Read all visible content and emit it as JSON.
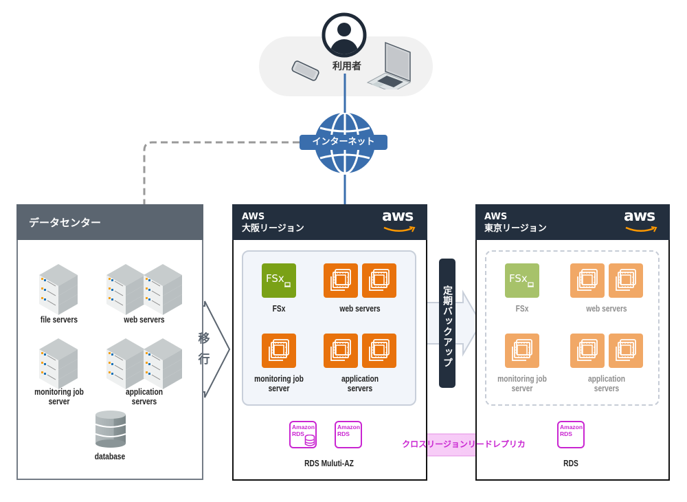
{
  "user": {
    "label": "利用者",
    "devices": [
      "smartphone",
      "laptop"
    ]
  },
  "internet": {
    "label": "インターネット"
  },
  "datacenter": {
    "title": "データセンター",
    "items": [
      {
        "label": "file servers",
        "icon": "server-stack-icon",
        "count": 1
      },
      {
        "label": "web servers",
        "icon": "server-stack-icon",
        "count": 2
      },
      {
        "label": "monitoring job\nserver",
        "line1": "monitoring job",
        "line2": "server",
        "icon": "server-stack-icon",
        "count": 1
      },
      {
        "label": "application\nservers",
        "line1": "application",
        "line2": "servers",
        "icon": "server-stack-icon",
        "count": 2
      },
      {
        "label": "database",
        "icon": "database-icon",
        "count": 1
      }
    ]
  },
  "migration": {
    "label": "移行",
    "char1": "移",
    "char2": "行"
  },
  "osaka": {
    "title_line1": "AWS",
    "title_line2": "大阪リージョン",
    "logo": "aws",
    "items": {
      "fsx": {
        "label": "FSx",
        "icon_text": "FSx"
      },
      "web": {
        "label": "web servers",
        "count": 2
      },
      "monitoring": {
        "line1": "monitoring job",
        "line2": "server",
        "count": 1
      },
      "application": {
        "line1": "application",
        "line2": "servers",
        "count": 2
      }
    },
    "rds": {
      "label": "RDS Muluti-AZ",
      "icon_line1": "Amazon",
      "icon_line2": "RDS"
    }
  },
  "backup": {
    "label": "定期バックアップ"
  },
  "replica": {
    "label": "クロスリージョンリードレプリカ"
  },
  "tokyo": {
    "title_line1": "AWS",
    "title_line2": "東京リージョン",
    "logo": "aws",
    "items": {
      "fsx": {
        "label": "FSx",
        "icon_text": "FSx"
      },
      "web": {
        "label": "web servers",
        "count": 2
      },
      "monitoring": {
        "line1": "monitoring job",
        "line2": "server",
        "count": 1
      },
      "application": {
        "line1": "application",
        "line2": "servers",
        "count": 2
      }
    },
    "rds": {
      "label": "RDS",
      "icon_line1": "Amazon",
      "icon_line2": "RDS"
    }
  },
  "colors": {
    "internet_blue": "#3a6ead",
    "aws_dark": "#232f3e",
    "datacenter_gray": "#5b6570",
    "ec2_orange": "#e8720c",
    "fsx_green": "#7aa116",
    "rds_magenta": "#c925d1",
    "aws_smile": "#ff9900"
  }
}
